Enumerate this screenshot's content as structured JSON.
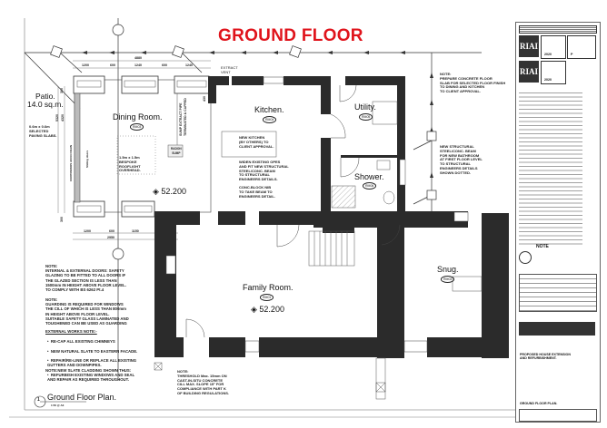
{
  "drawing": {
    "title": "GROUND FLOOR",
    "plan_label": "Ground Floor Plan.",
    "plan_number": "1",
    "plan_scale": "1:50 @ A3"
  },
  "rooms": [
    {
      "name": "Dining Room.",
      "tag": "RM03"
    },
    {
      "name": "Kitchen.",
      "tag": "RM04"
    },
    {
      "name": "Utility.",
      "tag": "RM05"
    },
    {
      "name": "Shower.",
      "tag": "RM06"
    },
    {
      "name": "Family Room.",
      "tag": "RM01"
    },
    {
      "name": "Snug.",
      "tag": "RM02"
    }
  ],
  "levels": {
    "dining": "52.200",
    "family": "52.200"
  },
  "patio": {
    "label": "Patio.\n14.0 sq.m.",
    "paving": "0.6m x 0.6m\nSELECTED\nPAVING SLABS."
  },
  "dimensions": {
    "top_overall": "4880",
    "top": [
      "1200",
      "600",
      "1240",
      "600",
      "1240"
    ],
    "bottom": [
      "1200",
      "600",
      "1150"
    ],
    "bottom_overall": "2950",
    "left_outer": "5320",
    "left_inner": "4320",
    "left_top": "300",
    "left_bottom": "300",
    "kitchen_wall": "430"
  },
  "annotations": {
    "extract_vent": "EXTRACT\nVENT",
    "sump": "SUMP EXTRACT PIPE\nTERMINATED & CAPPED",
    "radon": "RADON\nSUMP",
    "rooflight": "1.5m x 1.5m\nBESPOKE\nROOFLIGHT\nOVERHEAD.",
    "drain": "CONTINUOUS ACCO DRAIN",
    "sliding": "Sliding doors",
    "new_kitchen": "NEW KITCHEN\n(BY OTHERS) TO\nCLIENT APPROVAL.",
    "widen": "WIDEN EXISTING OPES\nAND FIT NEW STRUCTURAL\nSTEEL/CONC. BEAM\nTO STRUCTURAL\nENGINEERS DETAILS.",
    "conc_block": "CONC.BLOCK NIB\nTO TAKE BEAM TO\nENGINEERS DETAIL.",
    "floor_slab": "NOTE:\nPREPARE CONCRETE FLOOR\nSLAB FOR SELECTED FLOOR FINISH\nTO DINING AND KITCHEN\nTO CLIENT APPROVAL.",
    "steel_beam": "NEW STRUCTURAL\nSTEEL/CONC. BEAM\nFOR NEW BATHROOM\nAT FIRST FLOOR LEVEL\nTO STRUCTURAL\nENGINEERS DETAILS\nSHOWN DOTTED.",
    "threshold": "NOTE:\nTHRESHOLD Max. 15mm ON\nCAST-IN-SITU CONCRETE\nCILL MAX. SLOPE 15° FOR\nCOMPLIANCE WITH PART K\nOF BUILDING REGULATIONS."
  },
  "notes": {
    "doors": "NOTE:\nINTERNAL & EXTERNAL DOORS: SAFETY\nGLAZING TO BE FITTED TO ALL DOORS IF\nTHE GLAZED SECTION IS LESS THAN\n1500mm IN HEIGHT ABOVE FLOOR LEVEL.\nTO COMPLY WITH BS 6262 Pt.4",
    "guarding": "NOTE:\nGUARDING IS REQUIRED FOR WINDOWS\nTHE CILL OF WHICH IS LESS THAN 800mm\nIN HEIGHT ABOVE FLOOR LEVEL.\nSUITABLE SAFETY GLASS LAMINATED AND\nTOUGHENED CAN BE USED AS GUARDING",
    "external_title": "EXTERNAL WORKS NOTE:-",
    "external_items": [
      "RE-CAP ALL EXISTING CHIMNEYS",
      "NEW NATURAL SLATE TO EASTERN FACADE.",
      "REPAIR/RE-LINE OR REPLACE ALL EXISTING\nGUTTERS AND DOWNPIPES.",
      "REFURBISH EXISTING WINDOWS AND SEAL\nAND REPAIR AS REQUIRED THROUGHOUT."
    ],
    "slate": "NOTE:NEW SLATE CLADDING SHOWN THUS:"
  },
  "title_block": {
    "riai": "RIAI",
    "year": "2020",
    "status": "P",
    "notes_heading": "NOTE",
    "project": "PROPOSED HOUSE EXTENSION\nAND REFURBISHMENT.",
    "drawing_title": "GROUND FLOOR PLAN."
  },
  "colors": {
    "title": "#e0141c",
    "wall": "#2b2b2b"
  }
}
